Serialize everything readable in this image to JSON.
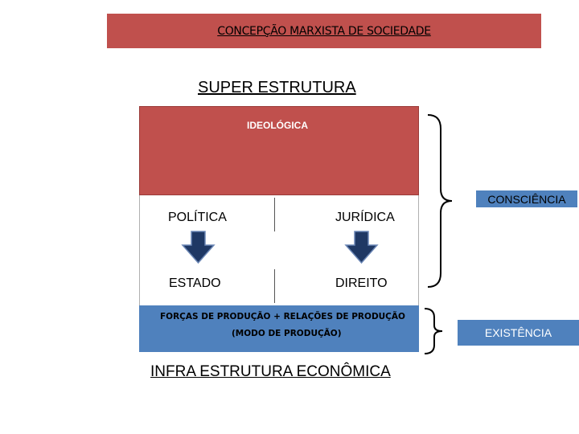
{
  "title": "CONCEPÇÃO MARXISTA DE SOCIEDADE",
  "superstructure": {
    "label": "SUPER ESTRUTURA",
    "ideological": "IDEOLÓGICA",
    "political": "POLÍTICA",
    "juridical": "JURÍDICA",
    "state": "ESTADO",
    "law": "DIREITO"
  },
  "infrastructure": {
    "line1": "FORÇAS DE PRODUÇÃO + RELAÇÕES DE PRODUÇÃO",
    "line2": "(MODO DE PRODUÇÃO)",
    "label": "INFRA ESTRUTURA ECONÔMICA"
  },
  "braces": {
    "consciousness": "CONSCIÊNCIA",
    "existence": "EXISTÊNCIA"
  },
  "colors": {
    "red_block": "#c0504d",
    "blue_block": "#4f81bd",
    "arrow_fill": "#1f3864"
  }
}
